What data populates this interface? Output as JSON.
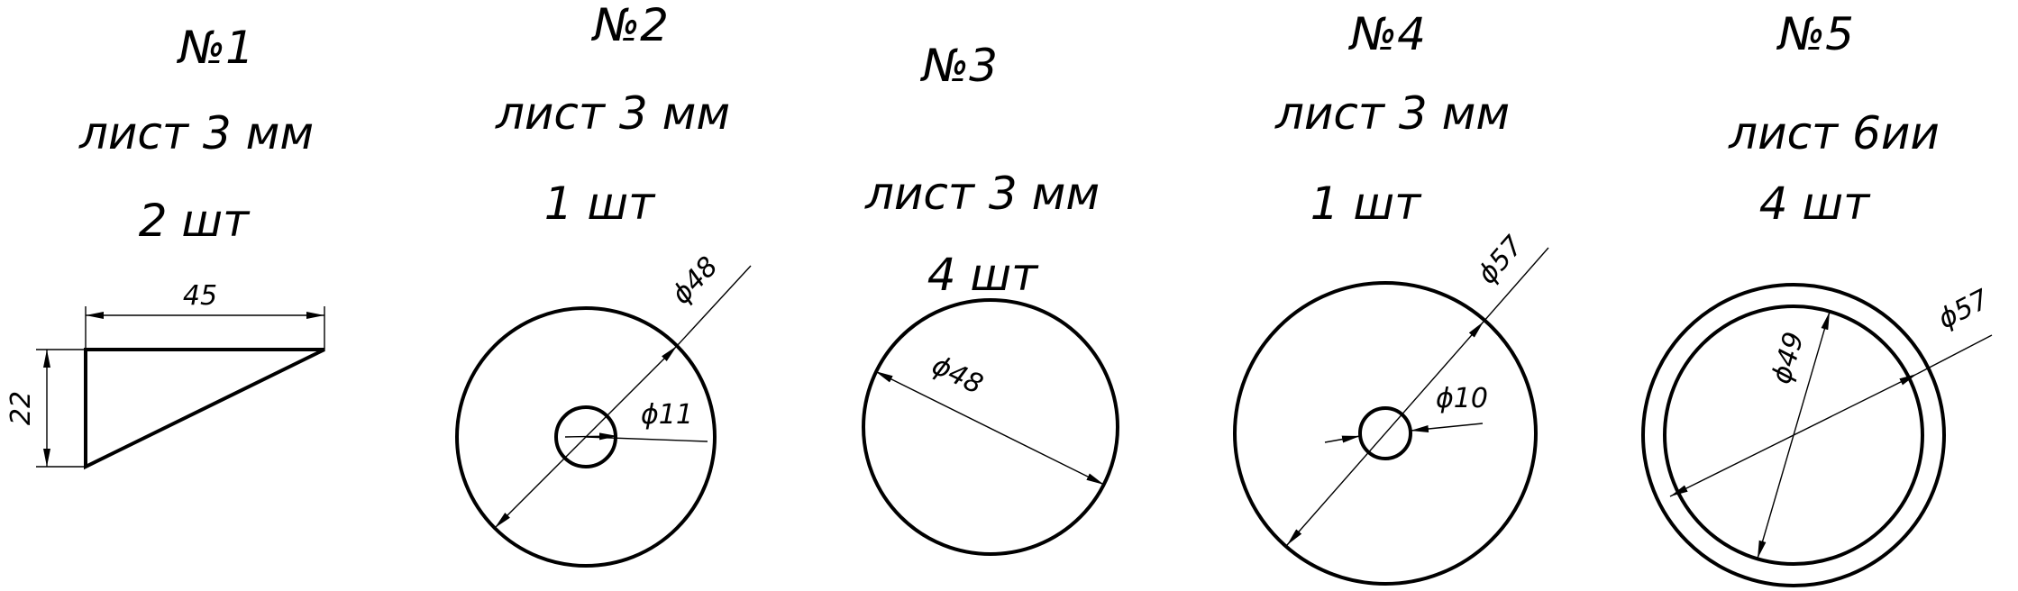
{
  "parts": [
    {
      "number": "№1",
      "material": "лист 3 мм",
      "quantity": "2 шт",
      "dimensions": {
        "width": "45",
        "height": "22"
      }
    },
    {
      "number": "№2",
      "material": "лист 3 мм",
      "quantity": "1 шт",
      "dimensions": {
        "outer": "ϕ48",
        "inner": "ϕ11"
      }
    },
    {
      "number": "№3",
      "material": "лист 3 мм",
      "quantity": "4 шт",
      "dimensions": {
        "outer": "ϕ48"
      }
    },
    {
      "number": "№4",
      "material": "лист 3 мм",
      "quantity": "1 шт",
      "dimensions": {
        "outer": "ϕ57",
        "inner": "ϕ10"
      }
    },
    {
      "number": "№5",
      "material": "лист 6ии",
      "quantity": "4 шт",
      "dimensions": {
        "outer": "ϕ57",
        "inner": "ϕ49"
      }
    }
  ]
}
